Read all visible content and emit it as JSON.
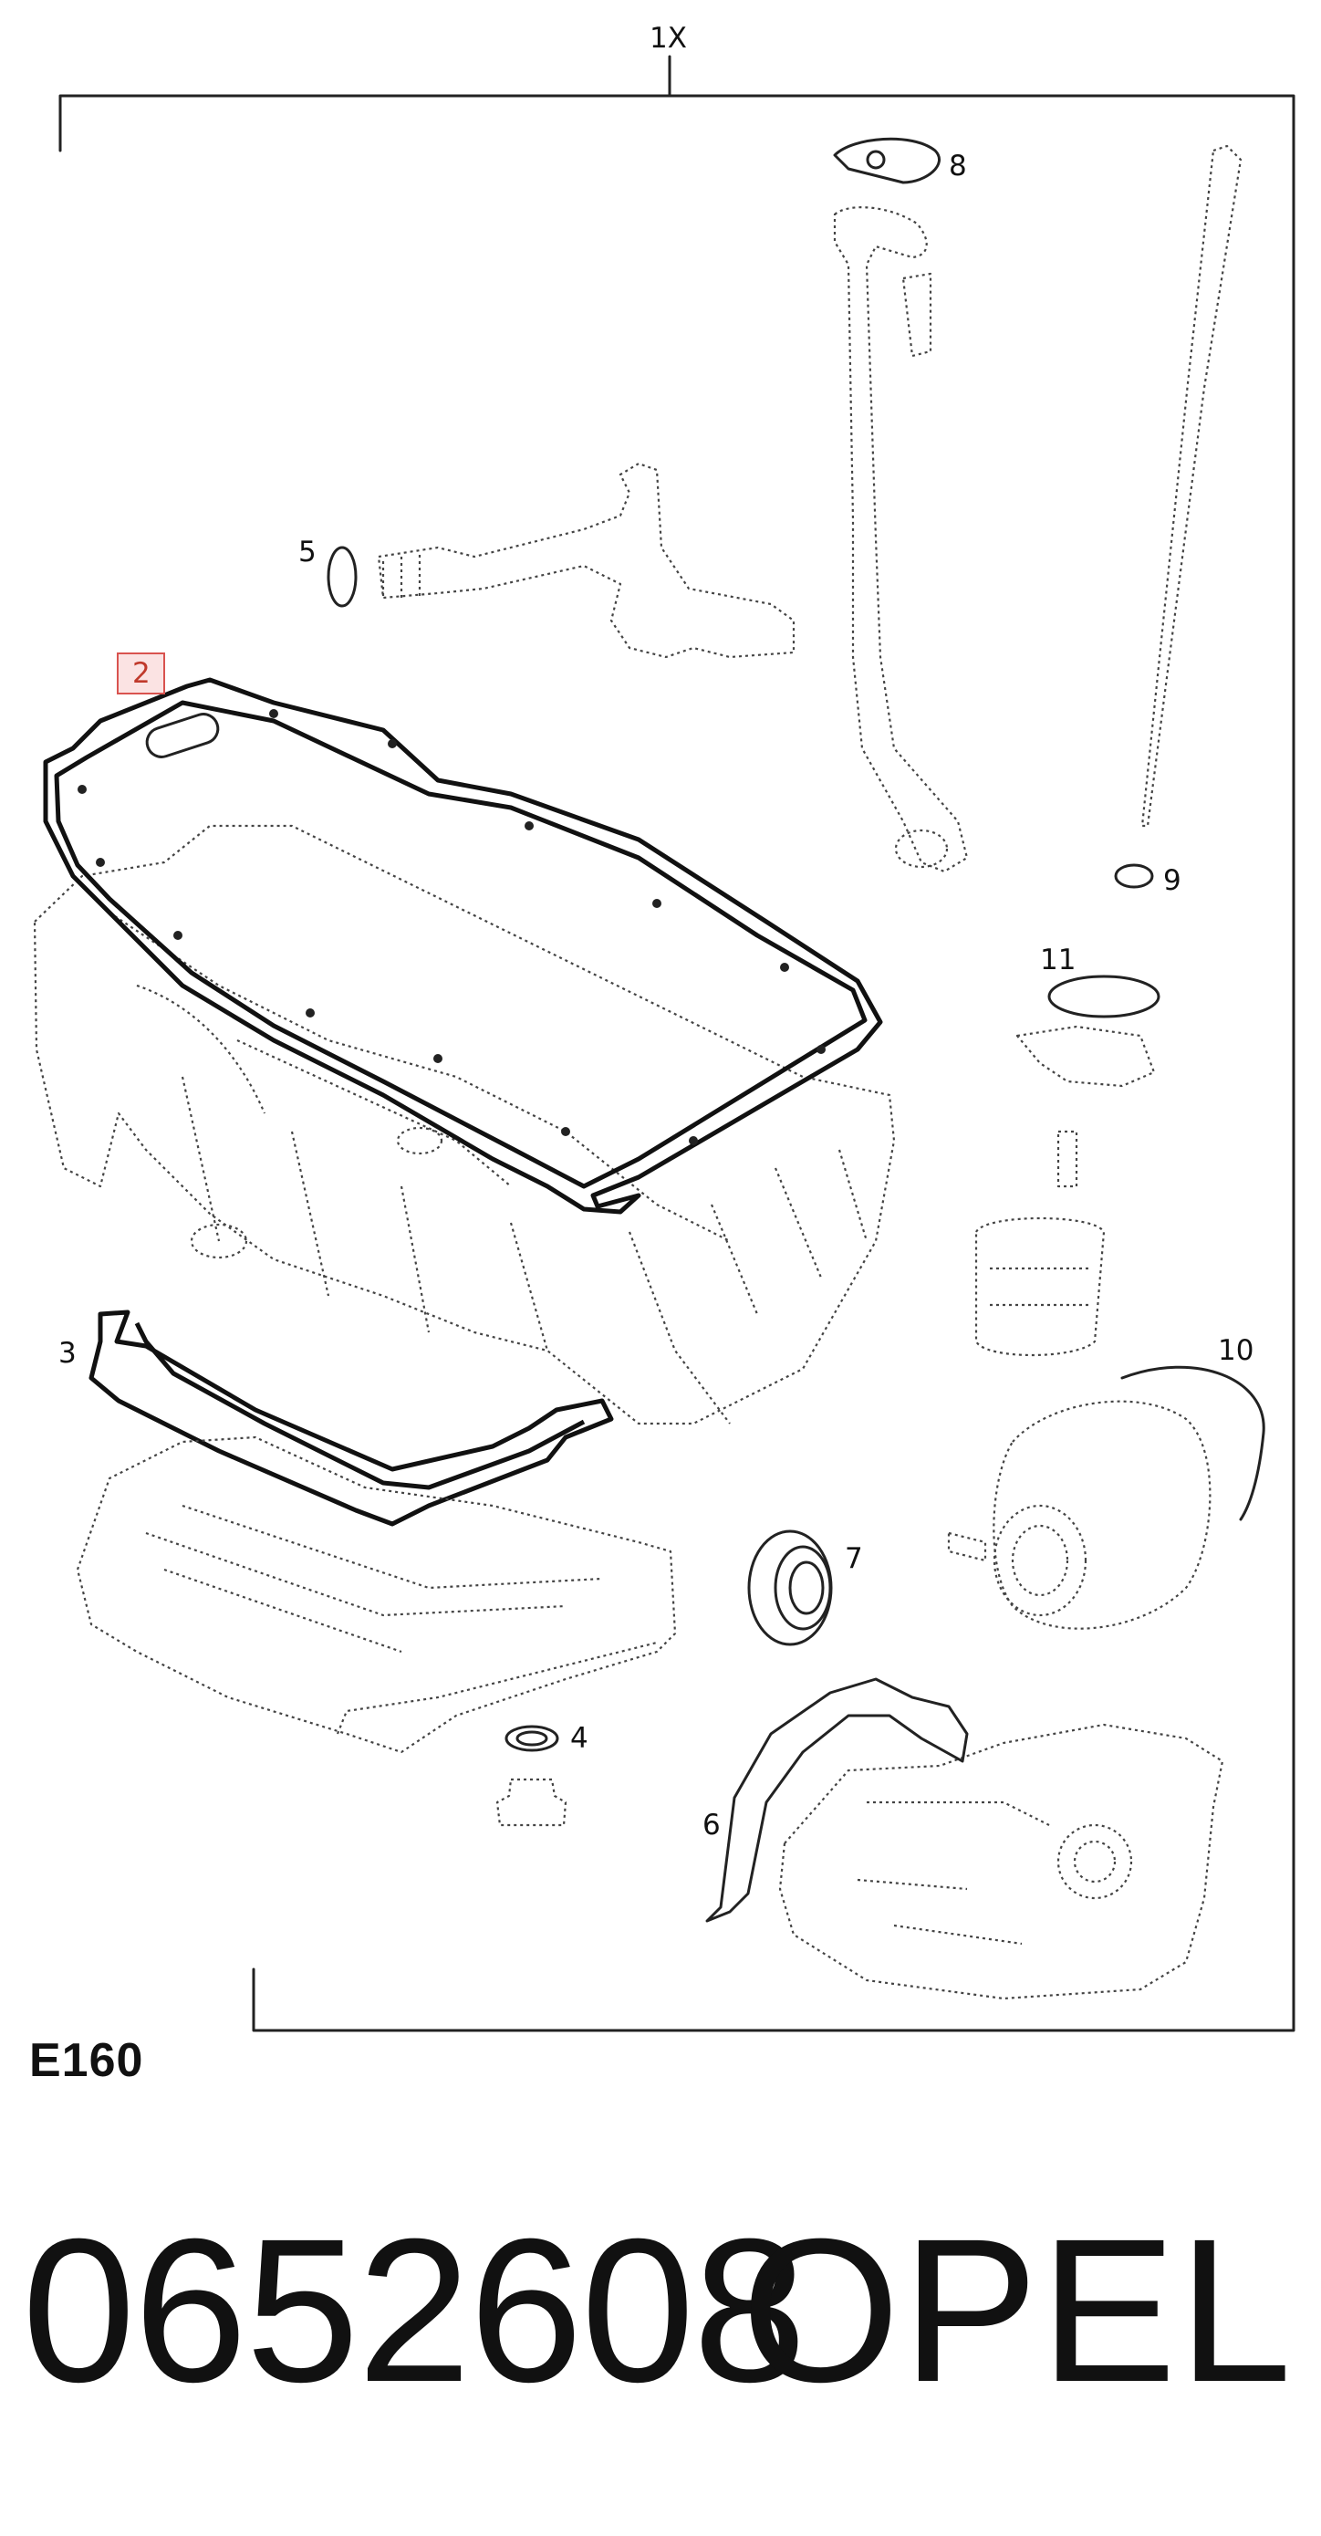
{
  "diagram": {
    "group_label": "1X",
    "callouts": [
      {
        "id": "callout-2",
        "label": "2",
        "highlighted": true
      },
      {
        "id": "callout-3",
        "label": "3"
      },
      {
        "id": "callout-4",
        "label": "4"
      },
      {
        "id": "callout-5",
        "label": "5"
      },
      {
        "id": "callout-6",
        "label": "6"
      },
      {
        "id": "callout-7",
        "label": "7"
      },
      {
        "id": "callout-8",
        "label": "8"
      },
      {
        "id": "callout-9",
        "label": "9"
      },
      {
        "id": "callout-10",
        "label": "10"
      },
      {
        "id": "callout-11",
        "label": "11"
      }
    ],
    "highlight_color": "#d9534f",
    "highlight_fill": "#fbe3e3"
  },
  "page_code": "E160",
  "part_number": "0652608",
  "brand": "OPEL"
}
